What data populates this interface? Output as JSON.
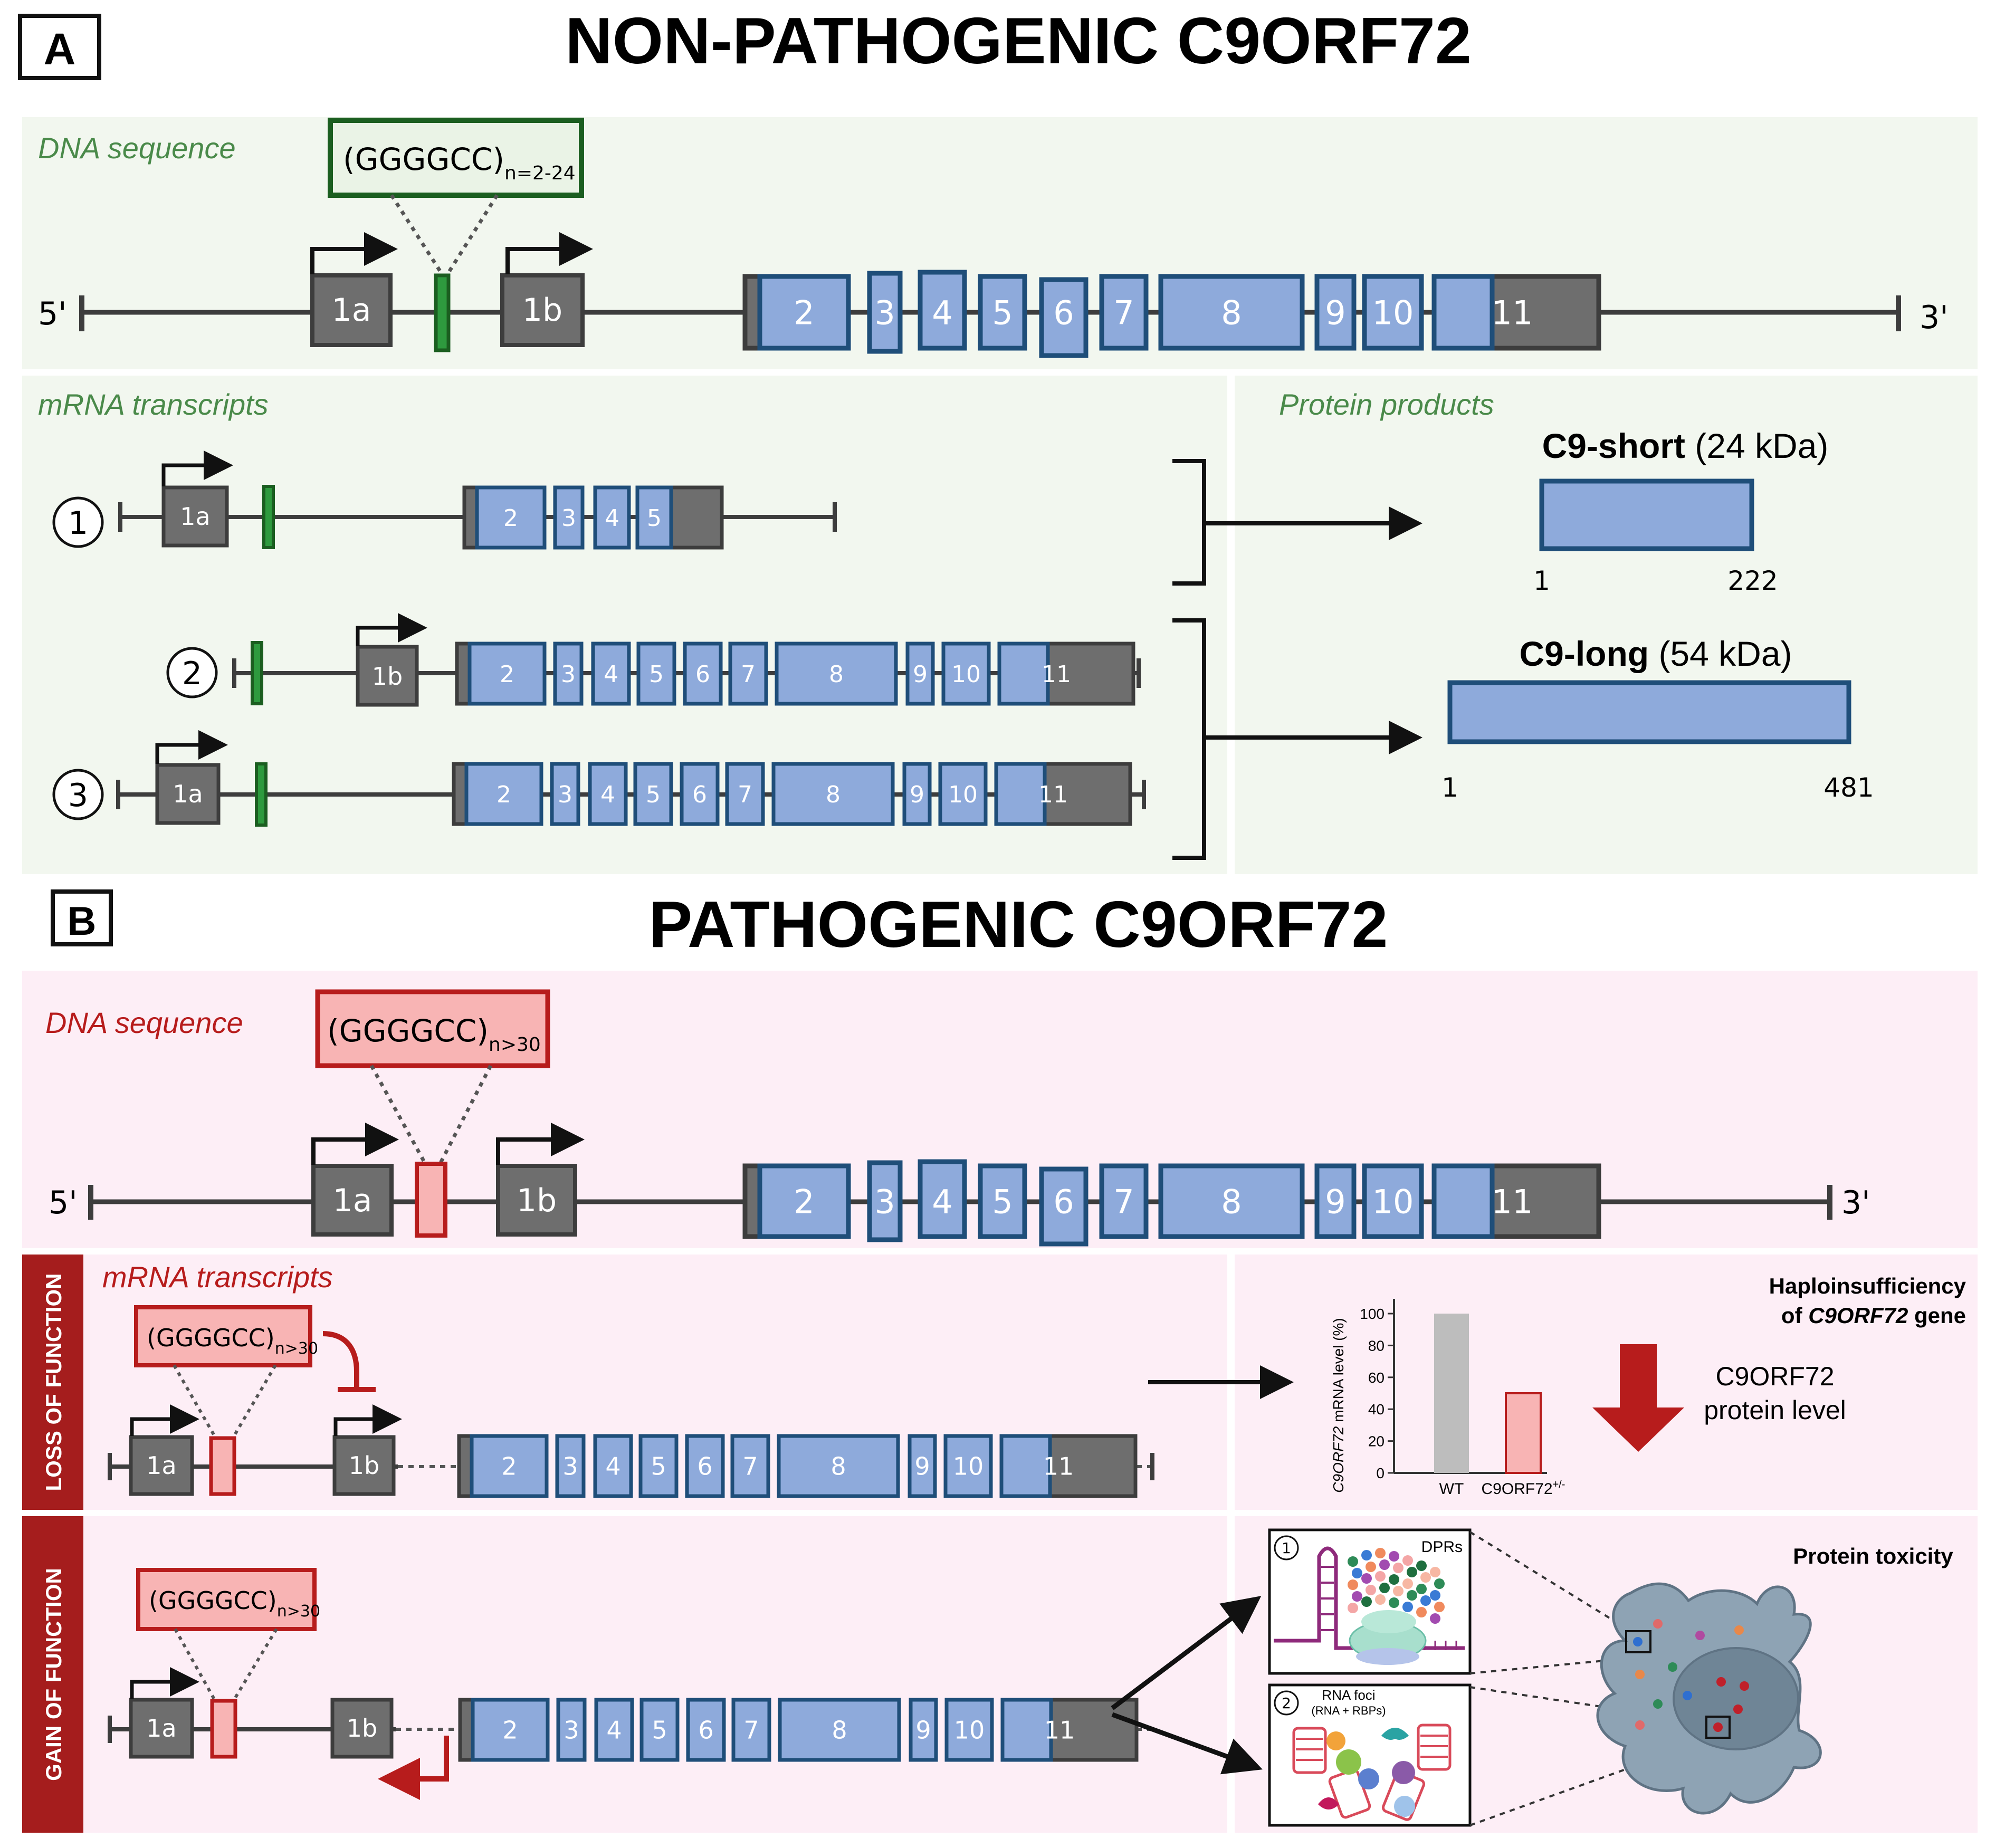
{
  "panel_a": {
    "letter": "A",
    "title": "NON-PATHOGENIC C9ORF72",
    "dna_label": "DNA sequence",
    "repeat_base": "(GGGGCC)",
    "repeat_sub": "n=2-24",
    "five_prime": "5'",
    "three_prime": "3'",
    "exon_1a": "1a",
    "exon_1b": "1b",
    "exons": [
      "2",
      "3",
      "4",
      "5",
      "6",
      "7",
      "8",
      "9",
      "10",
      "11"
    ],
    "mrna_label": "mRNA transcripts",
    "protein_label": "Protein products",
    "transcript_numbers": [
      "1",
      "2",
      "3"
    ],
    "short_exons": [
      "2",
      "3",
      "4",
      "5"
    ],
    "c9_short_name": "C9-short",
    "c9_short_mass": " (24 kDa)",
    "c9_short_start": "1",
    "c9_short_end": "222",
    "c9_long_name": "C9-long",
    "c9_long_mass": " (54 kDa)",
    "c9_long_start": "1",
    "c9_long_end": "481"
  },
  "panel_b": {
    "letter": "B",
    "title": "PATHOGENIC C9ORF72",
    "dna_label": "DNA sequence",
    "repeat_base": "(GGGGCC)",
    "repeat_sub": "n>30",
    "mrna_label": "mRNA transcripts",
    "lof_label": "LOSS OF FUNCTION",
    "gof_label": "GAIN OF FUNCTION",
    "haplo_line1": "Haploinsufficiency",
    "haplo_of": "of ",
    "haplo_gene": "C9ORF72",
    "haplo_tail": " gene",
    "protein_level_line1": "C9ORF72",
    "protein_level_line2": "protein level",
    "toxicity_label": "Protein toxicity",
    "dpr_label": "DPRs",
    "foci_label": "RNA  foci",
    "foci_sub": "(RNA + RBPs)",
    "inset_numbers": [
      "1",
      "2"
    ]
  },
  "chart_data": {
    "type": "bar",
    "categories": [
      "WT",
      "C9ORF72+/-"
    ],
    "category_base": "C9ORF72",
    "category_sup": "+/-",
    "values": [
      100,
      50
    ],
    "ylabel_italic": "C9ORF72",
    "ylabel_rest": " mRNA level (%)",
    "yticks": [
      "0",
      "20",
      "40",
      "60",
      "80",
      "100"
    ],
    "ylim": [
      0,
      100
    ],
    "colors": [
      "#bdbdbd",
      "#f8b4b4"
    ]
  },
  "colors": {
    "exon_blue": "#8eaadb",
    "exon_border": "#1f4e79",
    "grey_box": "#6e6e6e",
    "repeat_green": "#1e7d32",
    "repeat_red": "#b71c1c",
    "bg_green": "#f2f7ef",
    "bg_pink": "#fdeef6",
    "side_red": "#a51d1d"
  }
}
